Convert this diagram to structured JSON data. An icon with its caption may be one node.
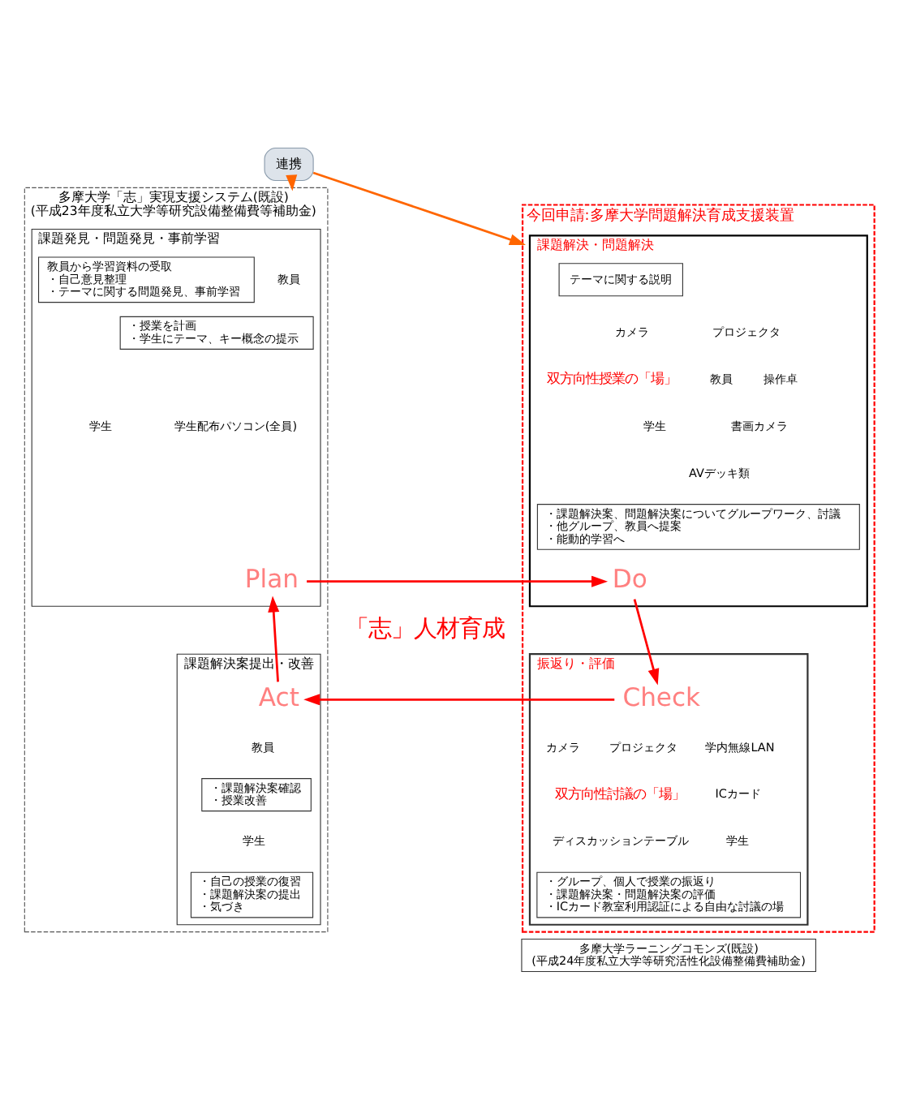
{
  "diagram": {
    "nodes": [
      {
        "text": [
          "多摩大学「志」実現支援システム(既設)",
          "(平成23年度私立大学等研究設備整備費等補助金)"
        ]
      },
      {
        "text": [
          "課題発見・問題発見・事前学習"
        ],
        "in": 0
      },
      {
        "text": [
          "教員"
        ],
        "in": 1
      },
      {
        "text": [
          "・授業を計画",
          "・学生にテーマ、キー概念の提示"
        ],
        "in": 1
      },
      {
        "text": [
          "教員から学習資料の受取",
          "・自己意見整理",
          "・テーマに関する問題発見、事前学習"
        ],
        "in": 1
      },
      {
        "text": [
          "学生配布パソコン(全員)"
        ],
        "in": 1
      },
      {
        "text": [
          "学生"
        ],
        "in": 1
      },
      {
        "text": [
          "Plan"
        ],
        "in": 1
      },
      {
        "text": [
          "課題解決案提出・改善"
        ],
        "in": 0
      },
      {
        "text": [
          "Act"
        ],
        "in": 8
      },
      {
        "text": [
          "教員"
        ],
        "in": 8
      },
      {
        "text": [
          "・課題解決案確認",
          "・授業改善"
        ],
        "in": 8
      },
      {
        "text": [
          "学生"
        ],
        "in": 8
      },
      {
        "text": [
          "・自己の授業の復習",
          "・課題解決案の提出",
          "・気づき"
        ],
        "in": 8
      },
      {
        "text": [
          "今回申請:多摩大学問題解決育成支援装置"
        ]
      },
      {
        "text": [
          "課題解決・問題解決"
        ],
        "in": 14
      },
      {
        "text": [
          "テーマに関する説明"
        ],
        "in": 15
      },
      {
        "text": [
          "操作卓"
        ],
        "in": 15
      },
      {
        "text": [
          "書画カメラ"
        ],
        "in": 15
      },
      {
        "text": [
          "AVデッキ類"
        ],
        "in": 15
      },
      {
        "text": [
          "教員"
        ],
        "in": 15
      },
      {
        "text": [
          "双方向性授業の「場」"
        ],
        "in": 15
      },
      {
        "text": [
          "プロジェクタ"
        ],
        "in": 15
      },
      {
        "text": [
          "カメラ"
        ],
        "in": 15
      },
      {
        "text": [
          "学生"
        ],
        "in": 15
      },
      {
        "text": [
          "・課題解決案、問題解決案についてグループワーク、討議",
          "・他グループ、教員へ提案",
          "・能動的学習へ"
        ],
        "in": 15
      },
      {
        "text": [
          "Do"
        ],
        "in": 15
      },
      {
        "text": [
          "振返り・評価"
        ],
        "in": 14
      },
      {
        "text": [
          "Check"
        ],
        "in": 27
      },
      {
        "text": [
          "学内無線LAN"
        ],
        "in": 27
      },
      {
        "text": [
          "プロジェクタ"
        ],
        "in": 27
      },
      {
        "text": [
          "カメラ"
        ],
        "in": 27
      },
      {
        "text": [
          "ICカード"
        ],
        "in": 27
      },
      {
        "text": [
          "双方向性討議の「場」"
        ],
        "in": 27
      },
      {
        "text": [
          "学生"
        ],
        "in": 27
      },
      {
        "text": [
          "ディスカッションテーブル"
        ],
        "in": 27
      },
      {
        "text": [
          "・グループ、個人で授業の振返り",
          "・課題解決案・問題解決案の評価",
          "・ICカード教室利用認証による自由な討議の場"
        ],
        "in": 27
      },
      {
        "text": [
          "多摩大学ラーニングコモンズ(既設)",
          "(平成24年度私立大学等研究活性化設備整備費補助金)"
        ]
      },
      {
        "text": [
          "連携"
        ]
      },
      {
        "text": [
          "「志」人材育成"
        ]
      }
    ],
    "edges": [
      {
        "from": 7,
        "to": 26,
        "arrow": "to",
        "color": "#ff0000"
      },
      {
        "from": 26,
        "to": 28,
        "arrow": "to",
        "color": "#ff0000"
      },
      {
        "from": 28,
        "to": 9,
        "arrow": "to",
        "color": "#ff0000"
      },
      {
        "from": 9,
        "to": 7,
        "arrow": "to",
        "color": "#ff0000"
      },
      {
        "from": 38,
        "to": 0,
        "arrow": "to",
        "color": "#ff6600"
      },
      {
        "from": 38,
        "to": 14,
        "arrow": "to",
        "color": "#ff6600"
      }
    ]
  }
}
